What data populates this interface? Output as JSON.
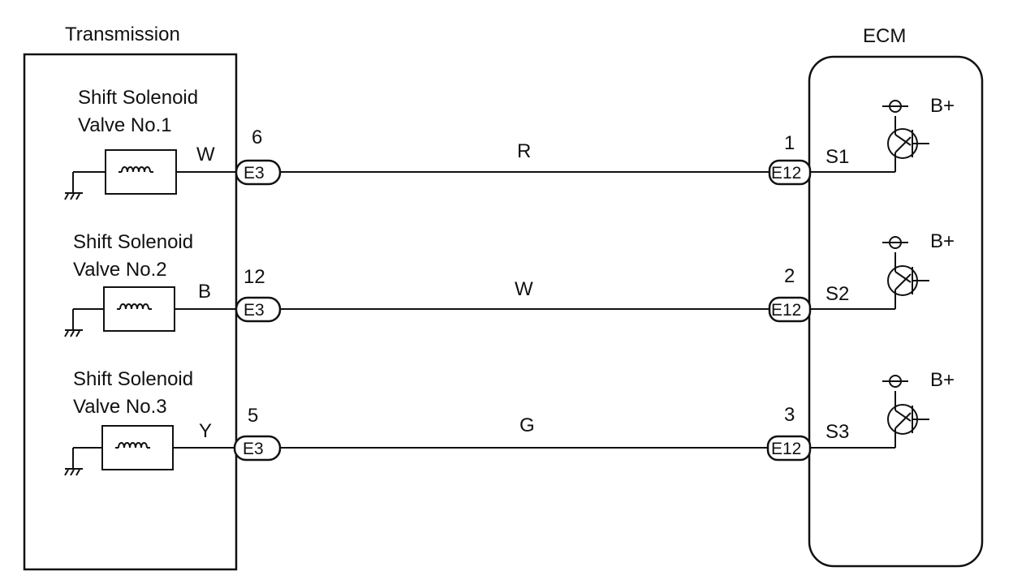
{
  "transmission": {
    "title": "Transmission",
    "valves": [
      {
        "name_line1": "Shift Solenoid",
        "name_line2": "Valve No.1",
        "wire_color": "W",
        "pin": "6",
        "connector": "E3"
      },
      {
        "name_line1": "Shift  Solenoid",
        "name_line2": "Valve No.2",
        "wire_color": "B",
        "pin": "12",
        "connector": "E3"
      },
      {
        "name_line1": "Shift Solenoid",
        "name_line2": "Valve No.3",
        "wire_color": "Y",
        "pin": "5",
        "connector": "E3"
      }
    ]
  },
  "harness": {
    "wires": [
      {
        "color": "R"
      },
      {
        "color": "W"
      },
      {
        "color": "G"
      }
    ]
  },
  "ecm": {
    "title": "ECM",
    "terminals": [
      {
        "pin": "1",
        "connector": "E12",
        "signal": "S1",
        "supply": "B+"
      },
      {
        "pin": "2",
        "connector": "E12",
        "signal": "S2",
        "supply": "B+"
      },
      {
        "pin": "3",
        "connector": "E12",
        "signal": "S3",
        "supply": "B+"
      }
    ]
  }
}
